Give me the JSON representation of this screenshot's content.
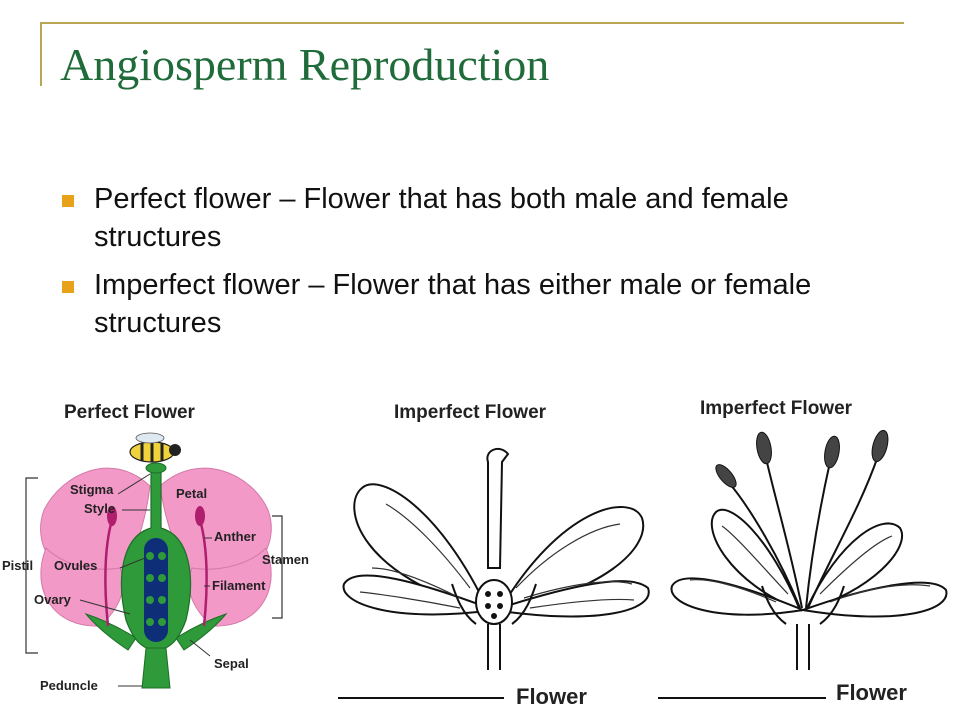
{
  "slide": {
    "title": "Angiosperm Reproduction",
    "bullets": [
      {
        "text": "Perfect flower – Flower that has both male and female structures"
      },
      {
        "text": "Imperfect flower – Flower that has either male or female structures"
      }
    ]
  },
  "colors": {
    "title": "#1f6b3a",
    "bullet_marker": "#e8a21a",
    "frame": "#b9a655",
    "petal": "#f299c8",
    "pistil": "#2f9a3a",
    "anther": "#b01e6e"
  },
  "diagram": {
    "perfect": {
      "heading": "Perfect Flower",
      "labels": {
        "stigma": "Stigma",
        "style": "Style",
        "petal": "Petal",
        "anther": "Anther",
        "pistil": "Pistil",
        "ovules": "Ovules",
        "stamen": "Stamen",
        "filament": "Filament",
        "ovary": "Ovary",
        "sepal": "Sepal",
        "peduncle": "Peduncle"
      }
    },
    "imperfect_female": {
      "heading": "Imperfect Flower",
      "caption": "Flower"
    },
    "imperfect_male": {
      "heading": "Imperfect Flower",
      "caption": "Flower"
    }
  }
}
